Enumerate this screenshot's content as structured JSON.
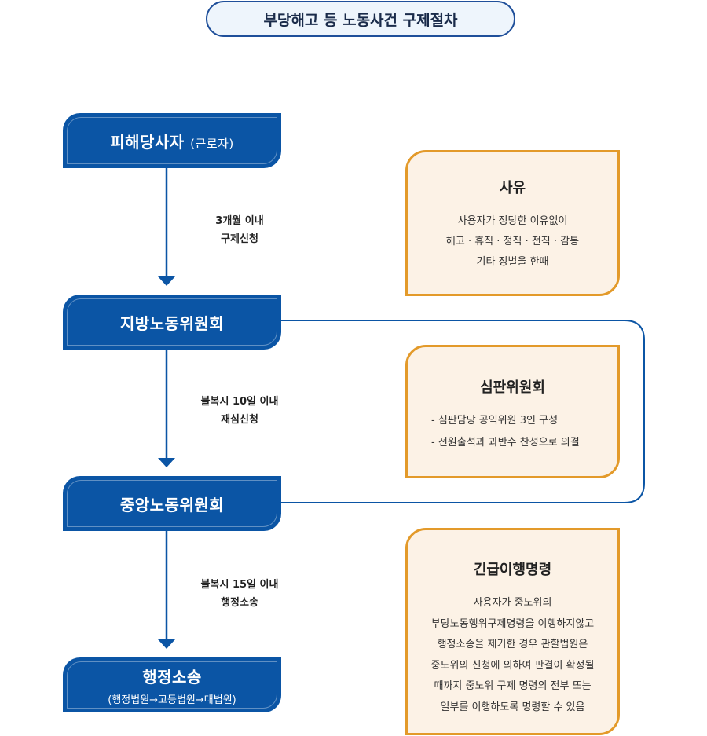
{
  "title": "부당해고 등 노동사건 구제절차",
  "stages": {
    "victim": {
      "main": "피해당사자",
      "sub": "(근로자)"
    },
    "local": {
      "main": "지방노동위원회"
    },
    "central": {
      "main": "중앙노동위원회"
    },
    "admin": {
      "main": "행정소송",
      "sub": "(행정법원→고등법원→대법원)"
    }
  },
  "steps": {
    "step1": {
      "line1": "3개월 이내",
      "line2": "구제신청"
    },
    "step2": {
      "line1": "불복시 10일 이내",
      "line2": "재심신청"
    },
    "step3": {
      "line1": "불복시 15일 이내",
      "line2": "행정소송"
    }
  },
  "cards": {
    "reason": {
      "title": "사유",
      "lines": [
        "사용자가 정당한 이유없이",
        "해고 · 휴직 · 정직 · 전직 · 감봉",
        "기타 징벌을 한때"
      ]
    },
    "committee": {
      "title": "심판위원회",
      "lines": [
        "- 심판담당 공익위원 3인 구성",
        "- 전원출석과 과반수 찬성으로 의결"
      ]
    },
    "urgent": {
      "title": "긴급이행명령",
      "lines": [
        "사용자가 중노위의",
        "부당노동행위구제명령을 이행하지않고",
        "행정소송을 제기한 경우 관할법원은",
        "중노위의 신청에 의하여 판결이 확정될",
        "때까지 중노위 구제 명령의 전부 또는",
        "일부를 이행하도록 명령할 수 있음"
      ]
    }
  },
  "colors": {
    "stage_blue": "#0b55a5",
    "card_border": "#e39a2a",
    "card_bg": "#fcf2e6",
    "connector": "#0b55a5"
  }
}
